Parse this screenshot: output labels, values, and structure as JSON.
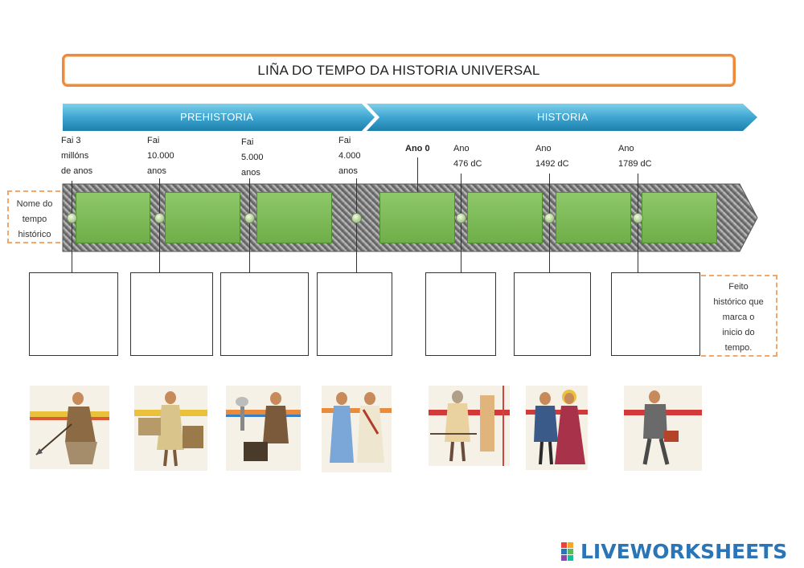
{
  "title": "LIÑA DO TEMPO DA HISTORIA  UNIVERSAL",
  "eras": [
    {
      "label": "PREHISTORIA"
    },
    {
      "label": "HISTORIA"
    }
  ],
  "dates": [
    {
      "text": "Fai 3\nmillóns\nde anos",
      "bold": false
    },
    {
      "text": "Fai\n10.000\nanos",
      "bold": false
    },
    {
      "text": "Fai\n5.000\nanos",
      "bold": false
    },
    {
      "text": "Fai\n4.000\nanos",
      "bold": false
    },
    {
      "text": "Ano 0",
      "bold": true
    },
    {
      "text": "Ano\n476 dC",
      "bold": false
    },
    {
      "text": "Ano\n1492 dC",
      "bold": false
    },
    {
      "text": "Ano\n1789 dC",
      "bold": false
    }
  ],
  "left_note": "Nome do\ntempo\nhistórico",
  "right_note": "Feito\nhistórico que\nmarca o\ninicio do\ntempo.",
  "images": [
    {
      "name": "paleolithic-hunter-picture"
    },
    {
      "name": "neolithic-farmer-picture"
    },
    {
      "name": "metal-age-smith-picture"
    },
    {
      "name": "ancient-romans-picture"
    },
    {
      "name": "medieval-soldier-picture"
    },
    {
      "name": "modern-age-couple-picture"
    },
    {
      "name": "contemporary-businessman-picture"
    }
  ],
  "logo": {
    "text": "LIVEWORKSHEETS",
    "icon": "liveworksheets-logo-icon"
  },
  "colors": {
    "accent_orange": "#ee8a3a",
    "era_blue": "#3fa5cf",
    "box_green": "#7fbd5a"
  }
}
